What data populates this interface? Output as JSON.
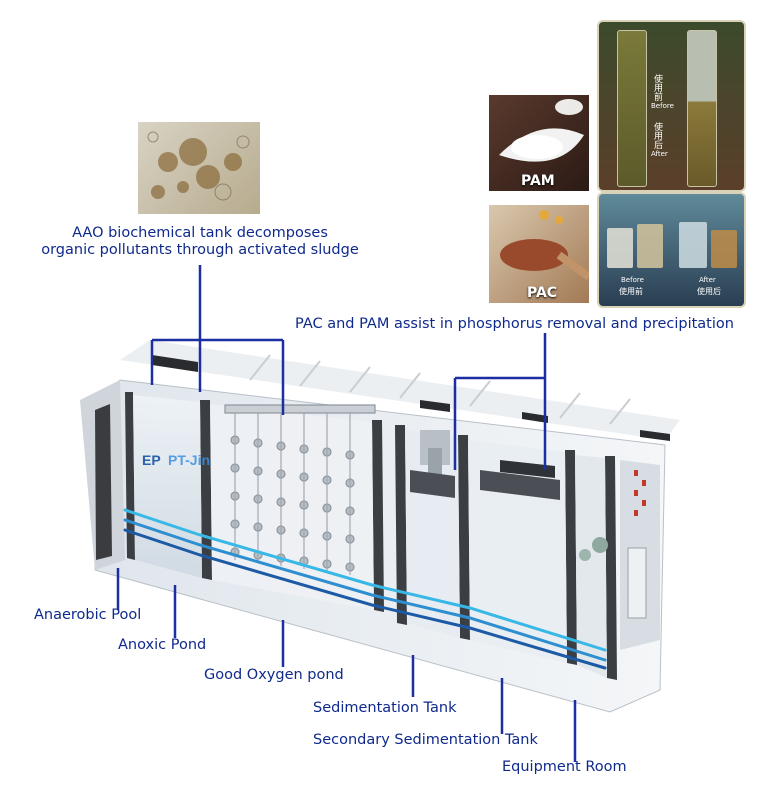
{
  "annotations": {
    "aao_line1": "AAO biochemical tank decomposes",
    "aao_line2": "organic pollutants through activated sludge",
    "pac_pam": "PAC and PAM assist in phosphorus removal and precipitation"
  },
  "sections": {
    "anaerobic": "Anaerobic Pool",
    "anoxic": "Anoxic Pond",
    "oxygen": "Good Oxygen pond",
    "sedimentation": "Sedimentation Tank",
    "secondary": "Secondary Sedimentation Tank",
    "equipment": "Equipment Room"
  },
  "photos": {
    "pam_label": "PAM",
    "pac_label": "PAC",
    "before_cn": "使用前",
    "before_en": "Before",
    "after_cn": "使用后",
    "after_en": "After"
  },
  "branding": {
    "logo": "EP",
    "product": "PT-Jin"
  },
  "colors": {
    "label_blue": "#0f2a8c",
    "leader_line": "#1b2fa3",
    "water_pipe": "#38b8e6"
  }
}
